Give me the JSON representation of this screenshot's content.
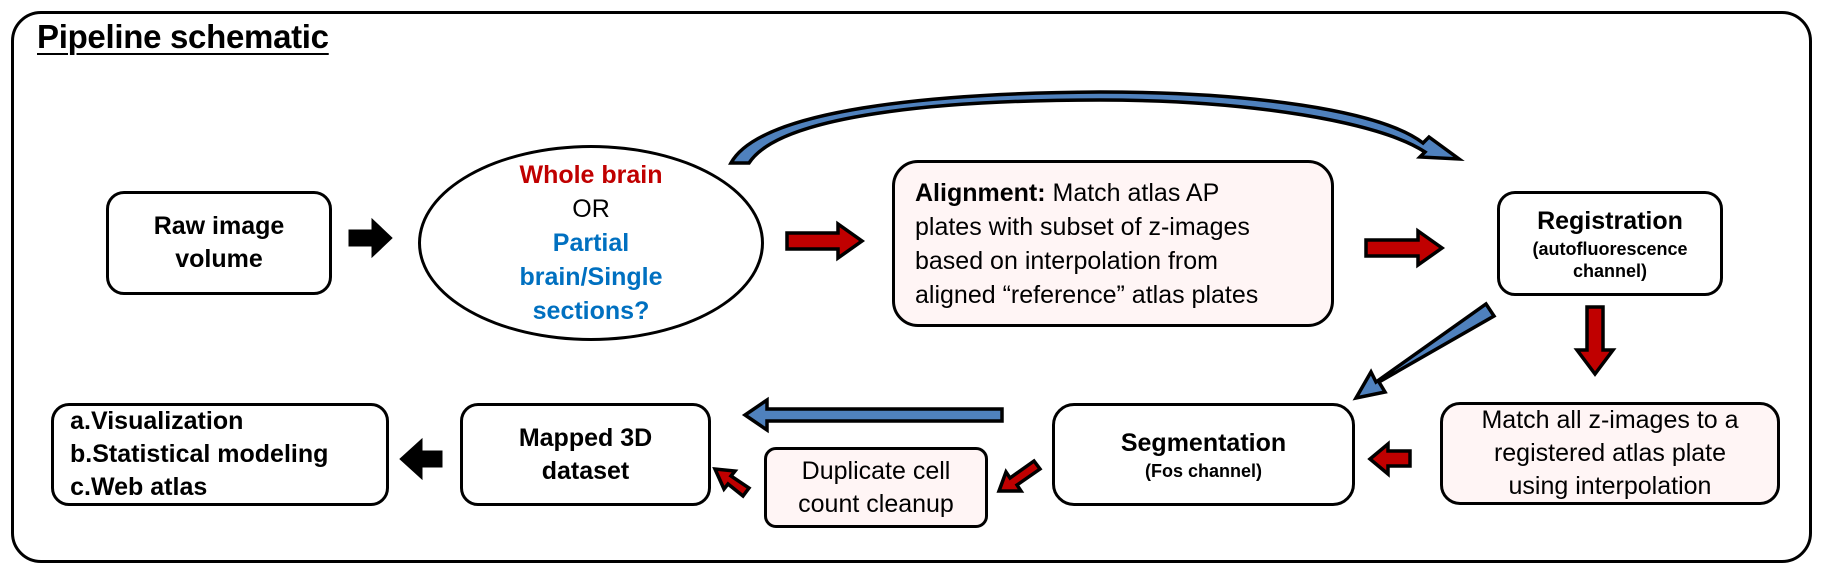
{
  "title": "Pipeline schematic",
  "colors": {
    "red_text": "#c00000",
    "blue_text": "#0070c0",
    "red_arrow": "#c00000",
    "blue_arrow": "#4f81bd",
    "black_arrow": "#000000",
    "pink_fill": "#fff5f5",
    "border": "#000000"
  },
  "nodes": {
    "raw": {
      "lines": [
        "Raw image",
        "volume"
      ]
    },
    "choice": {
      "option_a": "Whole brain",
      "connector": "OR",
      "option_b_lines": [
        "Partial",
        "brain/Single",
        "sections?"
      ]
    },
    "alignment": {
      "heading": "Alignment:",
      "lines": [
        " Match atlas AP",
        "plates with subset of z-images",
        "based on interpolation from",
        "aligned “reference” atlas plates"
      ]
    },
    "registration": {
      "title": "Registration",
      "subtitle_lines": [
        "(autofluorescence",
        "channel)"
      ]
    },
    "match": {
      "lines": [
        "Match all z-images to a",
        "registered atlas plate",
        "using interpolation"
      ]
    },
    "segmentation": {
      "title": "Segmentation",
      "subtitle": "(Fos channel)"
    },
    "duplicate": {
      "lines": [
        "Duplicate cell",
        "count cleanup"
      ]
    },
    "mapped": {
      "lines": [
        "Mapped 3D",
        "dataset"
      ]
    },
    "outputs": {
      "items": [
        {
          "key": "a.",
          "label": "Visualization"
        },
        {
          "key": "b.",
          "label": "Statistical modeling"
        },
        {
          "key": "c.",
          "label": "Web atlas"
        }
      ]
    }
  },
  "edges": [
    {
      "from": "raw",
      "to": "choice",
      "color": "black"
    },
    {
      "from": "choice",
      "to": "alignment",
      "color": "red",
      "path": "whole brain"
    },
    {
      "from": "alignment",
      "to": "registration",
      "color": "red"
    },
    {
      "from": "choice",
      "to": "registration",
      "color": "blue",
      "path": "partial brain / single sections"
    },
    {
      "from": "registration",
      "to": "match",
      "color": "red"
    },
    {
      "from": "registration",
      "to": "segmentation",
      "color": "blue"
    },
    {
      "from": "match",
      "to": "segmentation",
      "color": "red"
    },
    {
      "from": "segmentation",
      "to": "duplicate",
      "color": "red"
    },
    {
      "from": "duplicate",
      "to": "mapped",
      "color": "red"
    },
    {
      "from": "segmentation",
      "to": "mapped",
      "color": "blue"
    },
    {
      "from": "mapped",
      "to": "outputs",
      "color": "black"
    }
  ]
}
